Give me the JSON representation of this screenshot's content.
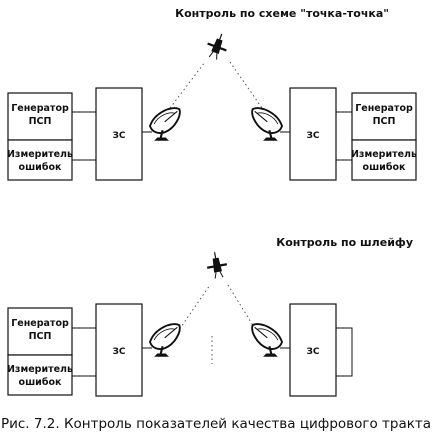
{
  "diagram": {
    "top": {
      "title": "Контроль по схеме \"точка-точка\"",
      "left_generator": [
        "Генератор",
        "ПСП"
      ],
      "left_meter": [
        "Измеритель",
        "ошибок"
      ],
      "left_station": "ЗС",
      "right_generator": [
        "Генератор",
        "ПСП"
      ],
      "right_meter": [
        "Измеритель",
        "ошибок"
      ],
      "right_station": "ЗС"
    },
    "bottom": {
      "title": "Контроль по шлейфу",
      "left_generator": [
        "Генератор",
        "ПСП"
      ],
      "left_meter": [
        "Измеритель",
        "ошибок"
      ],
      "left_station": "ЗС",
      "right_station": "ЗС"
    },
    "icons": {
      "satellite": "satellite-icon",
      "dish": "satellite-dish-icon"
    }
  },
  "caption": "Рис. 7.2. Контроль показателей качества цифрового тракта"
}
